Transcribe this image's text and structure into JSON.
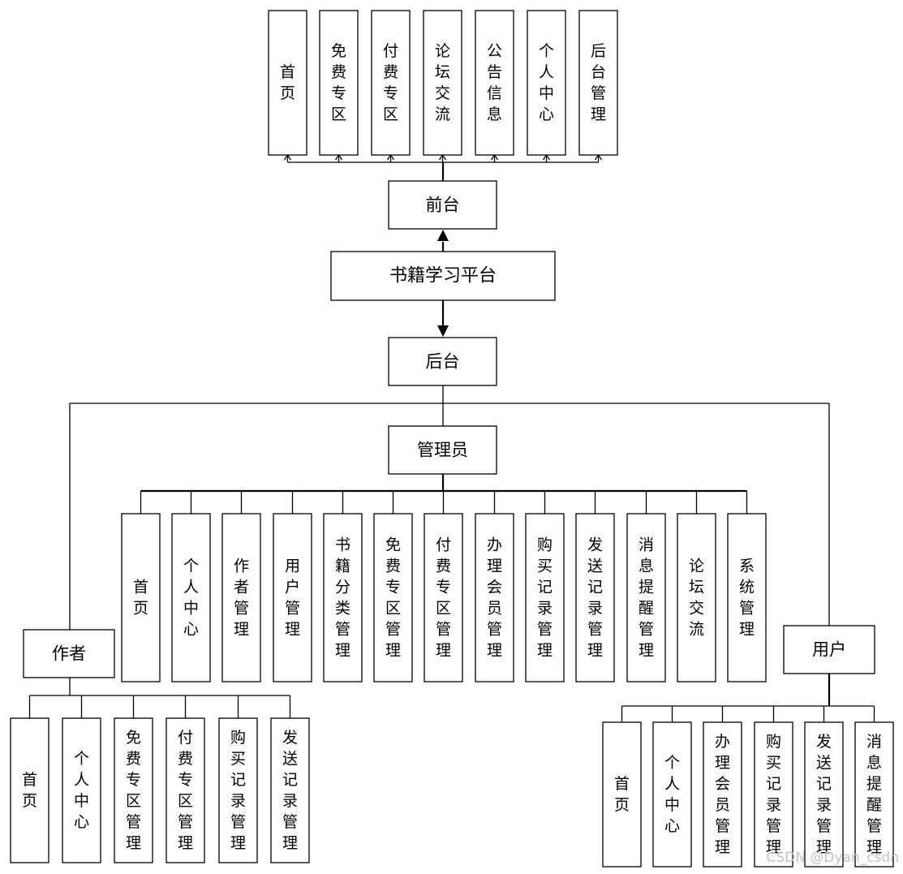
{
  "diagram": {
    "root": "书籍学习平台",
    "frontend": {
      "label": "前台",
      "items": [
        "首页",
        "免费专区",
        "付费专区",
        "论坛交流",
        "公告信息",
        "个人中心",
        "后台管理"
      ]
    },
    "backend": {
      "label": "后台",
      "admin": {
        "label": "管理员",
        "items": [
          "首页",
          "个人中心",
          "作者管理",
          "用户管理",
          "书籍分类管理",
          "免费专区管理",
          "付费专区管理",
          "办理会员管理",
          "购买记录管理",
          "发送记录管理",
          "消息提醒管理",
          "论坛交流",
          "系统管理"
        ]
      },
      "author": {
        "label": "作者",
        "items": [
          "首页",
          "个人中心",
          "免费专区管理",
          "付费专区管理",
          "购买记录管理",
          "发送记录管理"
        ]
      },
      "user": {
        "label": "用户",
        "items": [
          "首页",
          "个人中心",
          "办理会员管理",
          "购买记录管理",
          "发送记录管理",
          "消息提醒管理"
        ]
      }
    }
  },
  "watermark": "CSDN @Dyan_csdn"
}
